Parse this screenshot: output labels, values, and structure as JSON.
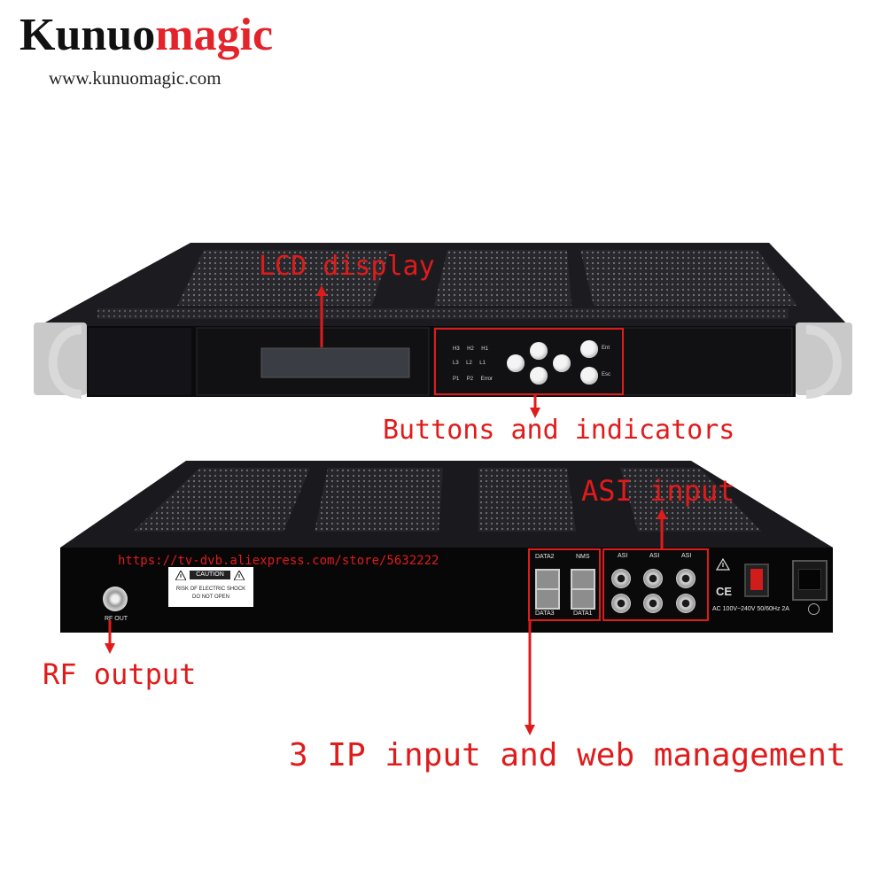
{
  "brand": {
    "name_dark": "Kunuo",
    "name_red": "magic",
    "website": "www.kunuomagic.com"
  },
  "callouts": {
    "lcd": "LCD display",
    "buttons": "Buttons and indicators",
    "asi": "ASI input",
    "rf": "RF output",
    "ip": "3 IP input and web management"
  },
  "watermark": "https://tv-dvb.aliexpress.com/store/5632222",
  "front_panel": {
    "led_row1": [
      "H3",
      "H2",
      "H1"
    ],
    "led_row2": [
      "L3",
      "L2",
      "L1"
    ],
    "led_row3": [
      "P1",
      "P2",
      "Error"
    ],
    "button_ent": "Ent",
    "button_esc": "Esc"
  },
  "back_panel": {
    "rf_label": "RF OUT",
    "caution_title": "CAUTION",
    "caution_line1": "RISK OF ELECTRIC SHOCK",
    "caution_line2": "DO NOT OPEN",
    "port_data2": "DATA2",
    "port_nms": "NMS",
    "port_data3": "DATA3",
    "port_data1": "DATA1",
    "asi_labels": [
      "ASI",
      "ASI",
      "ASI"
    ],
    "ce_mark": "CE",
    "power_rating": "AC 100V~240V 50/60Hz 2A"
  },
  "colors": {
    "callout_red": "#e01b1b",
    "brand_red": "#e3242b",
    "chassis": "#0c0c0e"
  },
  "icons": [
    "arrow-up-icon",
    "arrow-down-icon",
    "warning-triangle-icon",
    "power-switch-icon",
    "power-socket-icon",
    "ground-icon"
  ]
}
